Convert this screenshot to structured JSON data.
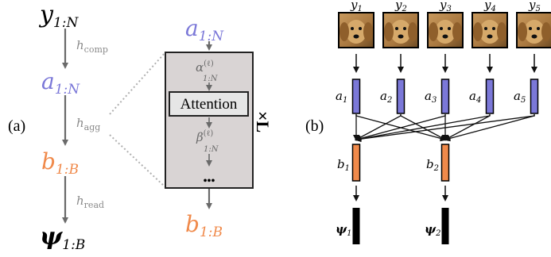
{
  "colors": {
    "blue": "#7b78d8",
    "orange": "#f08a4b",
    "arrow": "#6a6a6a",
    "muted": "#8a8a8a",
    "box_fill": "#d9d4d4",
    "box_stroke": "#222222",
    "attn_fill": "#e6e6e6",
    "black": "#000000"
  },
  "panel_a": {
    "label": "(a)",
    "y_base": "y",
    "y_sub": "1:N",
    "a_base": "a",
    "a_sub": "1:N",
    "b_base": "b",
    "b_sub": "1:B",
    "psi_base": "ψ",
    "psi_sub": "1:B",
    "h_base": "h",
    "h_comp_sub": "comp",
    "h_agg_sub": "agg",
    "h_read_sub": "read",
    "inner": {
      "in_base": "a",
      "in_sub": "1:N",
      "alpha_base": "α",
      "alpha_sup": "(ℓ)",
      "alpha_sub": "1:N",
      "attention_label": "Attention",
      "beta_base": "β",
      "beta_sup": "(ℓ)",
      "beta_sub": "1:N",
      "ellipsis": "•••",
      "out_base": "b",
      "out_sub": "1:B",
      "repeat_label": "×L"
    }
  },
  "panel_b": {
    "label": "(b)",
    "items": [
      {
        "y_base": "y",
        "y_sub": "1",
        "a_base": "a",
        "a_sub": "1",
        "image": "dog-photo-1"
      },
      {
        "y_base": "y",
        "y_sub": "2",
        "a_base": "a",
        "a_sub": "2",
        "image": "dog-photo-2"
      },
      {
        "y_base": "y",
        "y_sub": "3",
        "a_base": "a",
        "a_sub": "3",
        "image": "dog-photo-3"
      },
      {
        "y_base": "y",
        "y_sub": "4",
        "a_base": "a",
        "a_sub": "4",
        "image": "dog-photo-4"
      },
      {
        "y_base": "y",
        "y_sub": "5",
        "a_base": "a",
        "a_sub": "5",
        "image": "dog-photo-5"
      }
    ],
    "outputs": [
      {
        "b_base": "b",
        "b_sub": "1",
        "psi_base": "ψ",
        "psi_sub": "1"
      },
      {
        "b_base": "b",
        "b_sub": "2",
        "psi_base": "ψ",
        "psi_sub": "2"
      }
    ]
  }
}
